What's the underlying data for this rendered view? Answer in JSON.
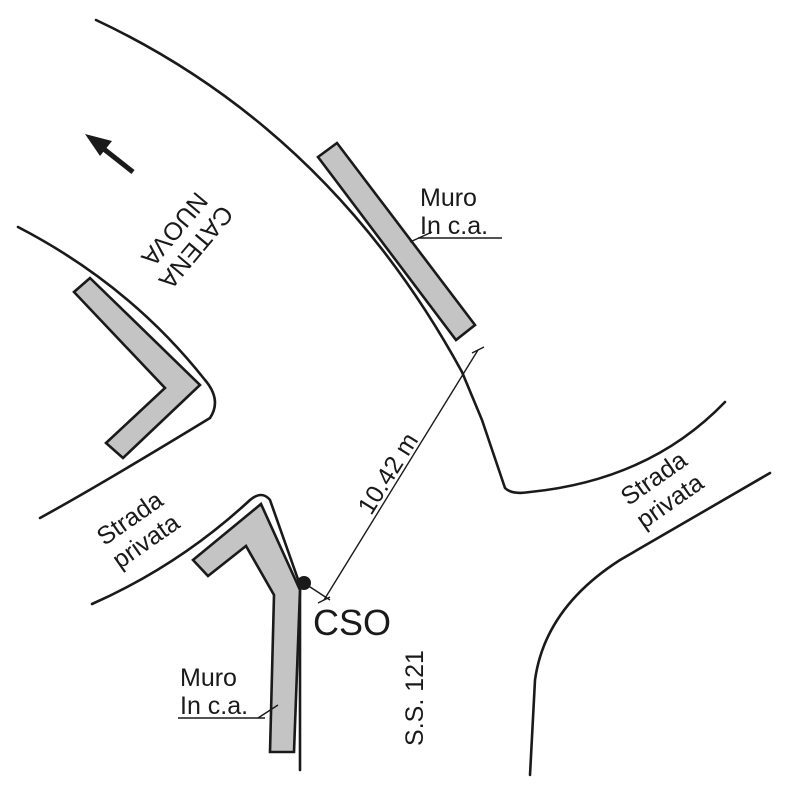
{
  "road_name": {
    "line1": "CATENA",
    "line2": "NUOVA"
  },
  "private_road_left": {
    "line1": "Strada",
    "line2": "privata"
  },
  "private_road_right": {
    "line1": "Strada",
    "line2": "privata"
  },
  "wall_upper": {
    "line1": "Muro",
    "line2": "In c.a."
  },
  "wall_lower": {
    "line1": "Muro",
    "line2": "In c.a."
  },
  "distance_label": "10.42 m",
  "station_label": "CSO",
  "highway_label": "S.S. 121",
  "colors": {
    "wall_fill": "#c4c4c4",
    "line": "#1a1a1a"
  }
}
